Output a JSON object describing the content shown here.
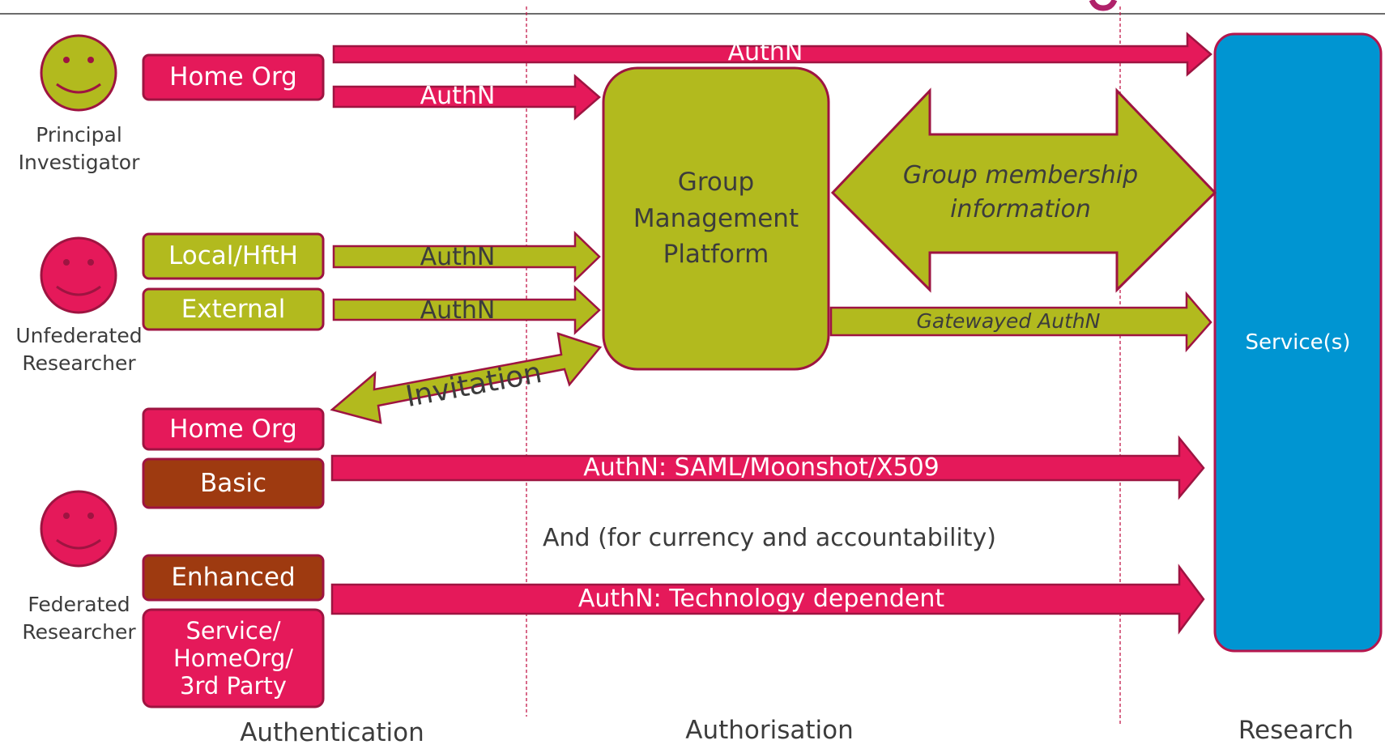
{
  "colors": {
    "pink": "#e5195a",
    "pink_edge": "#9e1441",
    "olive": "#b2ba1e",
    "brown": "#9e3a10",
    "blue": "#0095d2",
    "line": "#c41a4a"
  },
  "personas": {
    "principal": "Principal\nInvestigator",
    "unfederated": "Unfederated\nResearcher",
    "federated": "Federated\nResearcher"
  },
  "boxes": {
    "home_org_1": "Home Org",
    "local_hfth": "Local/HftH",
    "external": "External",
    "home_org_2": "Home Org",
    "basic": "Basic",
    "enhanced": "Enhanced",
    "service_homeorg": "Service/\nHomeOrg/\n3rd Party",
    "group_platform": "Group\nManagement\nPlatform",
    "services": "Service(s)"
  },
  "arrows": {
    "authn_top": "AuthN",
    "authn_home": "AuthN",
    "authn_local": "AuthN",
    "authn_external": "AuthN",
    "invitation": "Invitation",
    "group_membership": "Group membership\ninformation",
    "gatewayed": "Gatewayed AuthN",
    "saml": "AuthN: SAML/Moonshot/X509",
    "tech_dependent": "AuthN: Technology dependent"
  },
  "note": "And (for currency and accountability)",
  "columns": {
    "authentication": "Authentication",
    "authorisation": "Authorisation",
    "research": "Research"
  }
}
